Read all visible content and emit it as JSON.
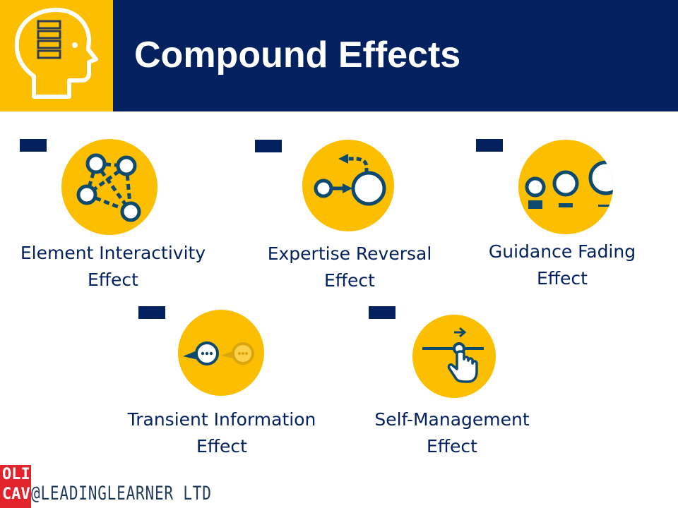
{
  "header": {
    "title": "Compound Effects",
    "logo_icon": "head-with-list-icon"
  },
  "colors": {
    "navy": "#03205f",
    "yellow": "#fbbe00",
    "icon_stroke": "#0e4a6e",
    "footer_red": "#e2242c"
  },
  "effects": [
    {
      "label_line1": "Element Interactivity",
      "label_line2": "Effect",
      "icon": "network-nodes-icon"
    },
    {
      "label_line1": "Expertise Reversal",
      "label_line2": "Effect",
      "icon": "reversal-circles-icon"
    },
    {
      "label_line1": "Guidance Fading",
      "label_line2": "Effect",
      "icon": "fading-circles-icon"
    },
    {
      "label_line1": "Transient Information",
      "label_line2": "Effect",
      "icon": "speech-bubbles-icon"
    },
    {
      "label_line1": "Self-Management",
      "label_line2": "Effect",
      "icon": "hand-slider-icon"
    }
  ],
  "footer": {
    "badge_line1": "OLI",
    "badge_line2": "CAV",
    "handle": "@LEADINGLEARNER LTD"
  }
}
